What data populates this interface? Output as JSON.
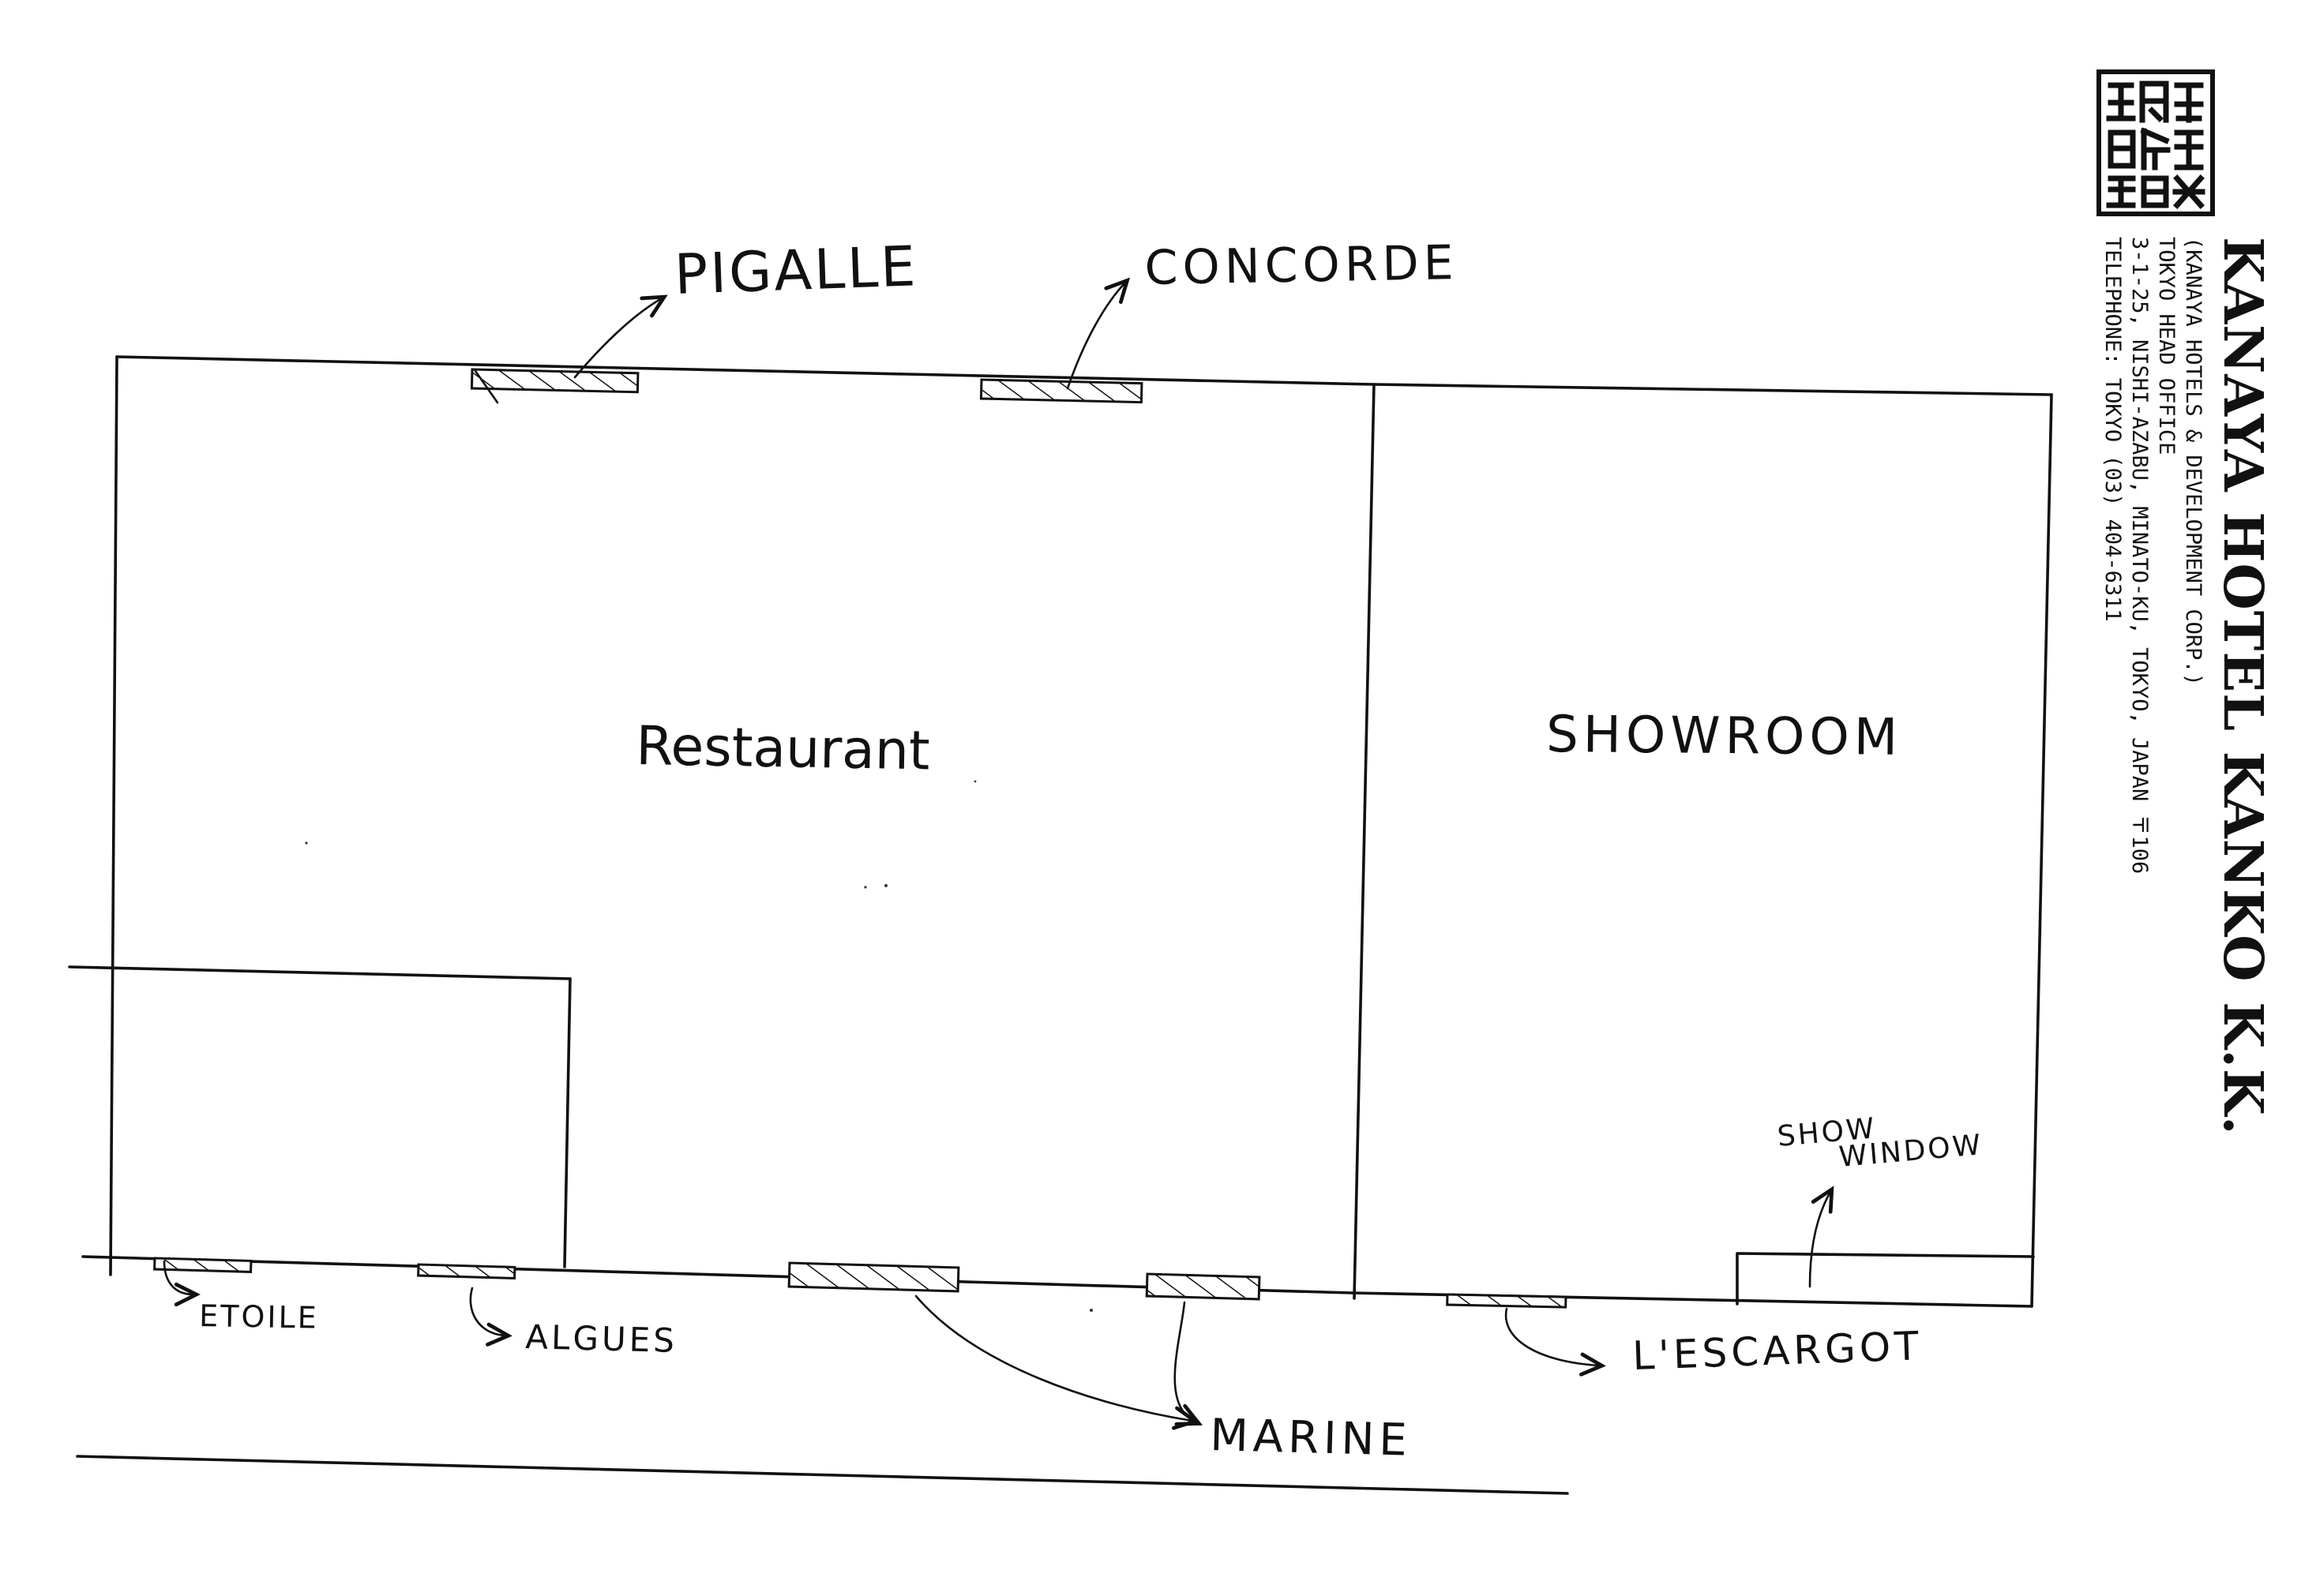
{
  "rooms": {
    "restaurant": "Restaurant",
    "showroom": "SHOWROOM"
  },
  "openings": {
    "pigalle": "PIGALLE",
    "concorde": "CONCORDE",
    "etoile": "ETOILE",
    "algues": "ALGUES",
    "marine": "MARINE",
    "lescargot": "L'ESCARGOT",
    "show_window_line1": "SHOW",
    "show_window_line2": "WINDOW"
  },
  "letterhead": {
    "company": "KANAYA HOTEL KANKO K.K.",
    "subtitle": "(KANAYA HOTELS & DEVELOPMENT CORP.)",
    "office": "TOKYO HEAD OFFICE",
    "address": "3-1-25, NISHI-AZABU, MINATO-KU, TOKYO, JAPAN 〒106",
    "telephone": "TELEPHONE: TOKYO (03) 404-6311"
  },
  "colors": {
    "ink": "#111111",
    "paper": "#ffffff"
  }
}
